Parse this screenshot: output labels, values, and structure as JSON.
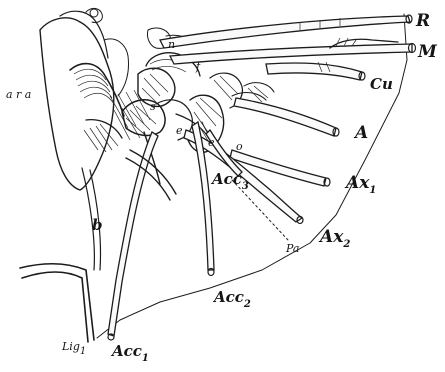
{
  "labels": {
    "R": "R",
    "M": "M",
    "Cu": "Cu",
    "A": "A",
    "Ax1": {
      "base": "Ax",
      "sub": "1"
    },
    "Ax2": {
      "base": "Ax",
      "sub": "2"
    },
    "Acc1": {
      "base": "Acc",
      "sub": "1"
    },
    "Acc2": {
      "base": "Acc",
      "sub": "2"
    },
    "Acc3": {
      "base": "Acc",
      "sub": "3"
    },
    "Pa": "Pa",
    "Lig": {
      "base": "Lig",
      "sub": "1"
    },
    "b": "b",
    "kro": "a r a",
    "n": "n",
    "s": "s",
    "f": "f",
    "e1": "e",
    "e2": "e",
    "o": "o"
  },
  "colors": {
    "ink": "#1c1c1c",
    "paper": "#ffffff"
  }
}
